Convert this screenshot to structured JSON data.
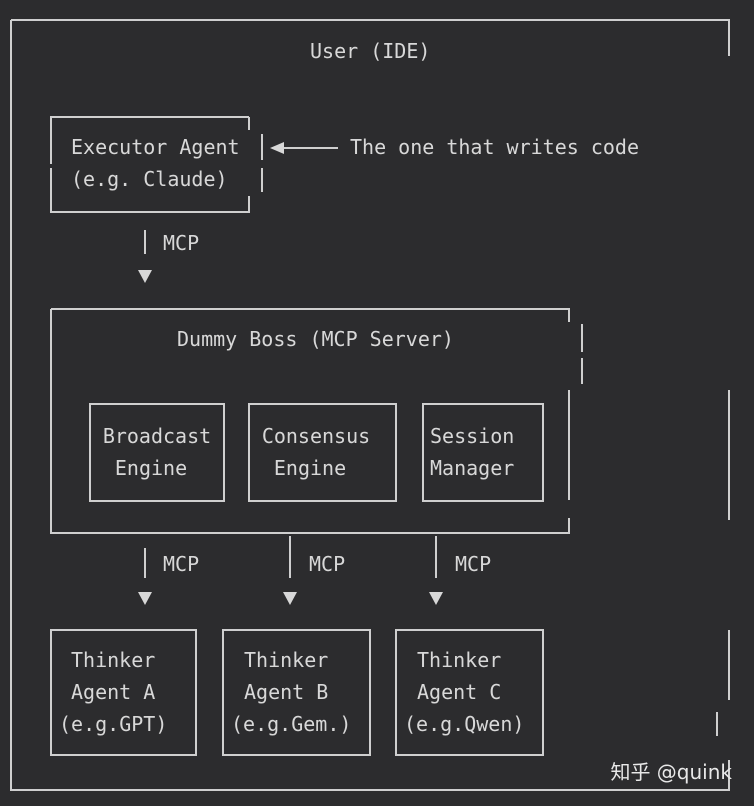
{
  "diagram": {
    "user_box_label": "User (IDE)",
    "executor": {
      "line1": "Executor Agent",
      "line2": "(e.g. Claude)"
    },
    "executor_annotation": "The one that writes code",
    "edge_label": "MCP",
    "server": {
      "title": "Dummy Boss (MCP Server)",
      "modules": [
        {
          "line1": "Broadcast",
          "line2": "Engine"
        },
        {
          "line1": "Consensus",
          "line2": "Engine"
        },
        {
          "line1": "Session",
          "line2": "Manager"
        }
      ]
    },
    "thinkers": [
      {
        "line1": "Thinker",
        "line2": "Agent A",
        "line3": "(e.g.GPT)"
      },
      {
        "line1": "Thinker",
        "line2": "Agent B",
        "line3": "(e.g.Gem.)"
      },
      {
        "line1": "Thinker",
        "line2": "Agent C",
        "line3": "(e.g.Qwen)"
      }
    ]
  },
  "watermark": "知乎 @quink",
  "colors": {
    "background": "#2c2c2e",
    "lines": "#cfcfcf",
    "text": "#d8d8d8"
  }
}
